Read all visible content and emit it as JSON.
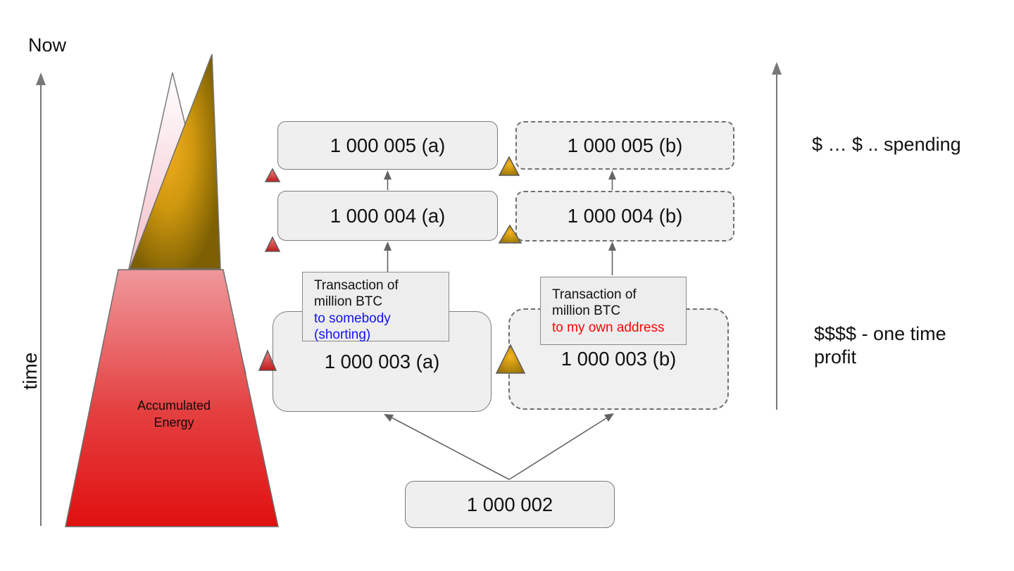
{
  "timeline": {
    "now": "Now",
    "axis": "time"
  },
  "energy": {
    "line1": "Accumulated",
    "line2": "Energy"
  },
  "chain": {
    "root": "1 000 002",
    "a": {
      "b3": "1 000 003 (a)",
      "b4": "1 000 004 (a)",
      "b5": "1 000 005 (a)"
    },
    "b": {
      "b3": "1 000 003 (b)",
      "b4": "1 000 004 (b)",
      "b5": "1 000 005 (b)"
    }
  },
  "tx_a": {
    "line1": "Transaction of",
    "line2": "million BTC",
    "line3": "to somebody",
    "line4": "(shorting)"
  },
  "tx_b": {
    "line1": "Transaction of",
    "line2": "million BTC",
    "line3": "to my own address"
  },
  "annotations": {
    "spending": "$ … $ .. spending",
    "profit": "$$$$ - one time profit"
  },
  "colors": {
    "box_fill": "#efefef",
    "box_border": "#7b7b7b",
    "arrow": "#636363",
    "blue_text": "#1414ee",
    "red_text": "#fb0505",
    "red_pyramid_bottom": "#e01010",
    "red_pyramid_top": "#ef989b",
    "gold_triangle": "#d29a10",
    "pink_triangle": "#eda7b2",
    "red_marker": "#c11b1b",
    "gold_marker": "#f4b31c"
  }
}
